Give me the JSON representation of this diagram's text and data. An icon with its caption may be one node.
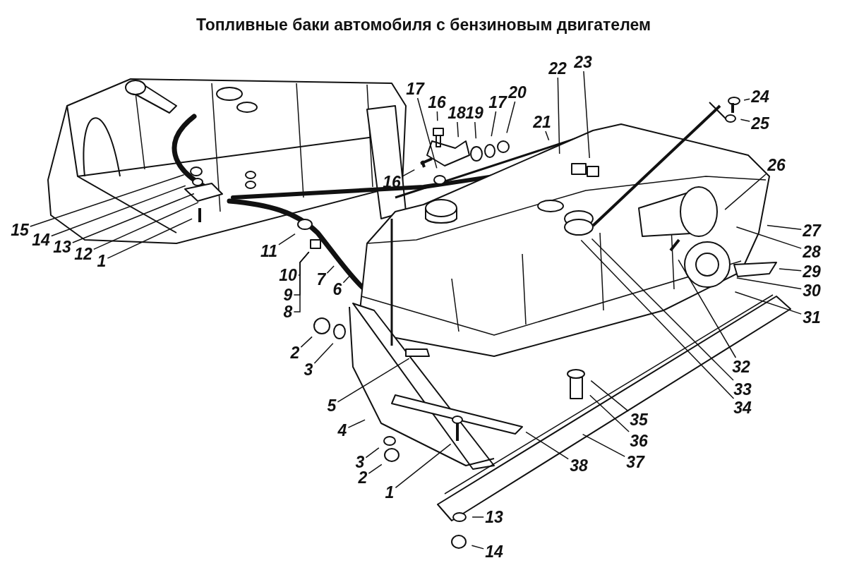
{
  "diagram": {
    "title": "Топливные баки автомобиля с бензиновым двигателем",
    "nodes": [
      {
        "text": [
          "23"
        ]
      },
      {
        "text": [
          "22"
        ]
      },
      {
        "text": [
          "17"
        ]
      },
      {
        "text": [
          "24"
        ]
      },
      {
        "text": [
          "16"
        ]
      },
      {
        "text": [
          "19"
        ]
      },
      {
        "text": [
          "18"
        ]
      },
      {
        "text": [
          "17"
        ]
      },
      {
        "text": [
          "20"
        ]
      },
      {
        "text": [
          "25"
        ]
      },
      {
        "text": [
          "21"
        ]
      },
      {
        "text": [
          "26"
        ]
      },
      {
        "text": [
          "16"
        ]
      },
      {
        "text": [
          "15"
        ]
      },
      {
        "text": [
          "27"
        ]
      },
      {
        "text": [
          "14"
        ]
      },
      {
        "text": [
          "13"
        ]
      },
      {
        "text": [
          "11"
        ]
      },
      {
        "text": [
          "28"
        ]
      },
      {
        "text": [
          "12"
        ]
      },
      {
        "text": [
          "1"
        ]
      },
      {
        "text": [
          "7"
        ]
      },
      {
        "text": [
          "6"
        ]
      },
      {
        "text": [
          "29"
        ]
      },
      {
        "text": [
          "10"
        ]
      },
      {
        "text": [
          "9"
        ]
      },
      {
        "text": [
          "8"
        ]
      },
      {
        "text": [
          "30"
        ]
      },
      {
        "text": [
          "31"
        ]
      },
      {
        "text": [
          "2"
        ]
      },
      {
        "text": [
          "3"
        ]
      },
      {
        "text": [
          "32"
        ]
      },
      {
        "text": [
          "5"
        ]
      },
      {
        "text": [
          "33"
        ]
      },
      {
        "text": [
          "35"
        ]
      },
      {
        "text": [
          "34"
        ]
      },
      {
        "text": [
          "4"
        ]
      },
      {
        "text": [
          "36"
        ]
      },
      {
        "text": [
          "37"
        ]
      },
      {
        "text": [
          "38"
        ]
      },
      {
        "text": [
          "3"
        ]
      },
      {
        "text": [
          "2"
        ]
      },
      {
        "text": [
          "1"
        ]
      },
      {
        "text": [
          "13"
        ]
      },
      {
        "text": [
          "14"
        ]
      }
    ],
    "edges": [
      {
        "from": 0,
        "to": null,
        "arrow": "none"
      },
      {
        "from": 1,
        "to": null,
        "arrow": "none"
      },
      {
        "from": 2,
        "to": null,
        "arrow": "none"
      },
      {
        "from": 3,
        "to": null,
        "arrow": "none"
      },
      {
        "from": 4,
        "to": null,
        "arrow": "none"
      },
      {
        "from": 5,
        "to": null,
        "arrow": "none"
      },
      {
        "from": 6,
        "to": null,
        "arrow": "none"
      },
      {
        "from": 7,
        "to": null,
        "arrow": "none"
      },
      {
        "from": 8,
        "to": null,
        "arrow": "none"
      },
      {
        "from": 9,
        "to": null,
        "arrow": "none"
      },
      {
        "from": 10,
        "to": null,
        "arrow": "none"
      },
      {
        "from": 11,
        "to": null,
        "arrow": "none"
      },
      {
        "from": 12,
        "to": null,
        "arrow": "none"
      },
      {
        "from": 13,
        "to": null,
        "arrow": "none"
      },
      {
        "from": 14,
        "to": null,
        "arrow": "none"
      },
      {
        "from": 15,
        "to": null,
        "arrow": "none"
      },
      {
        "from": 16,
        "to": null,
        "arrow": "none"
      },
      {
        "from": 17,
        "to": null,
        "arrow": "none"
      },
      {
        "from": 18,
        "to": null,
        "arrow": "none"
      },
      {
        "from": 19,
        "to": null,
        "arrow": "none"
      },
      {
        "from": 20,
        "to": null,
        "arrow": "none"
      },
      {
        "from": 21,
        "to": null,
        "arrow": "none"
      },
      {
        "from": 22,
        "to": null,
        "arrow": "none"
      },
      {
        "from": 23,
        "to": null,
        "arrow": "none"
      },
      {
        "from": 24,
        "to": null,
        "arrow": "none"
      },
      {
        "from": 25,
        "to": null,
        "arrow": "none"
      },
      {
        "from": 26,
        "to": null,
        "arrow": "none"
      },
      {
        "from": 27,
        "to": null,
        "arrow": "none"
      },
      {
        "from": 28,
        "to": null,
        "arrow": "none"
      },
      {
        "from": 29,
        "to": null,
        "arrow": "none"
      },
      {
        "from": 30,
        "to": null,
        "arrow": "none"
      },
      {
        "from": 31,
        "to": null,
        "arrow": "none"
      },
      {
        "from": 32,
        "to": null,
        "arrow": "none"
      },
      {
        "from": 33,
        "to": null,
        "arrow": "none"
      },
      {
        "from": 34,
        "to": null,
        "arrow": "none"
      },
      {
        "from": 35,
        "to": null,
        "arrow": "none"
      },
      {
        "from": 36,
        "to": null,
        "arrow": "none"
      },
      {
        "from": 37,
        "to": null,
        "arrow": "none"
      },
      {
        "from": 38,
        "to": null,
        "arrow": "none"
      },
      {
        "from": 39,
        "to": null,
        "arrow": "none"
      },
      {
        "from": 40,
        "to": null,
        "arrow": "none"
      },
      {
        "from": 41,
        "to": null,
        "arrow": "none"
      },
      {
        "from": 42,
        "to": null,
        "arrow": "none"
      },
      {
        "from": 43,
        "to": null,
        "arrow": "none"
      },
      {
        "from": 44,
        "to": null,
        "arrow": "none"
      }
    ]
  }
}
